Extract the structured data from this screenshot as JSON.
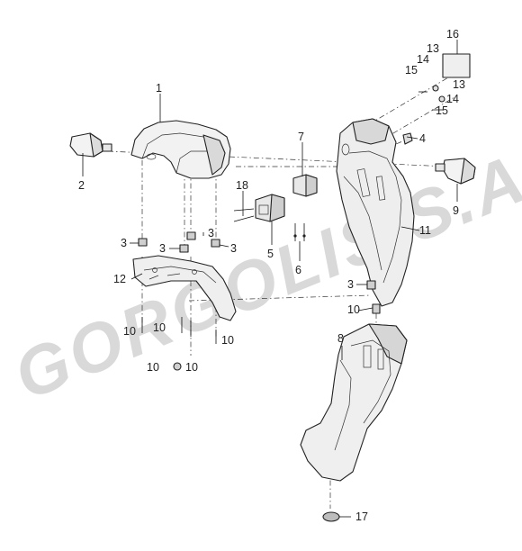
{
  "watermark": {
    "text": "GORGOLIS S.A.",
    "color": "#d9d9d9"
  },
  "colors": {
    "part_fill": "#f1f1f1",
    "part_shade": "#d6d6d6",
    "line": "#222222"
  },
  "callouts": [
    {
      "id": "c1",
      "label": "1"
    },
    {
      "id": "c2",
      "label": "2"
    },
    {
      "id": "c3a",
      "label": "3"
    },
    {
      "id": "c3b",
      "label": "3"
    },
    {
      "id": "c3c",
      "label": "3"
    },
    {
      "id": "c3d",
      "label": "3"
    },
    {
      "id": "c3e",
      "label": "3"
    },
    {
      "id": "c4",
      "label": "4"
    },
    {
      "id": "c5",
      "label": "5"
    },
    {
      "id": "c6",
      "label": "6"
    },
    {
      "id": "c7",
      "label": "7"
    },
    {
      "id": "c8",
      "label": "8"
    },
    {
      "id": "c9",
      "label": "9"
    },
    {
      "id": "c10a",
      "label": "10"
    },
    {
      "id": "c10b",
      "label": "10"
    },
    {
      "id": "c10c",
      "label": "10"
    },
    {
      "id": "c10d",
      "label": "10"
    },
    {
      "id": "c10e",
      "label": "10"
    },
    {
      "id": "c10f",
      "label": "10"
    },
    {
      "id": "c11",
      "label": "11"
    },
    {
      "id": "c12",
      "label": "12"
    },
    {
      "id": "c13a",
      "label": "13"
    },
    {
      "id": "c13b",
      "label": "13"
    },
    {
      "id": "c14a",
      "label": "14"
    },
    {
      "id": "c14b",
      "label": "14"
    },
    {
      "id": "c15a",
      "label": "15"
    },
    {
      "id": "c15b",
      "label": "15"
    },
    {
      "id": "c16",
      "label": "16"
    },
    {
      "id": "c17",
      "label": "17"
    },
    {
      "id": "c18",
      "label": "18"
    }
  ]
}
